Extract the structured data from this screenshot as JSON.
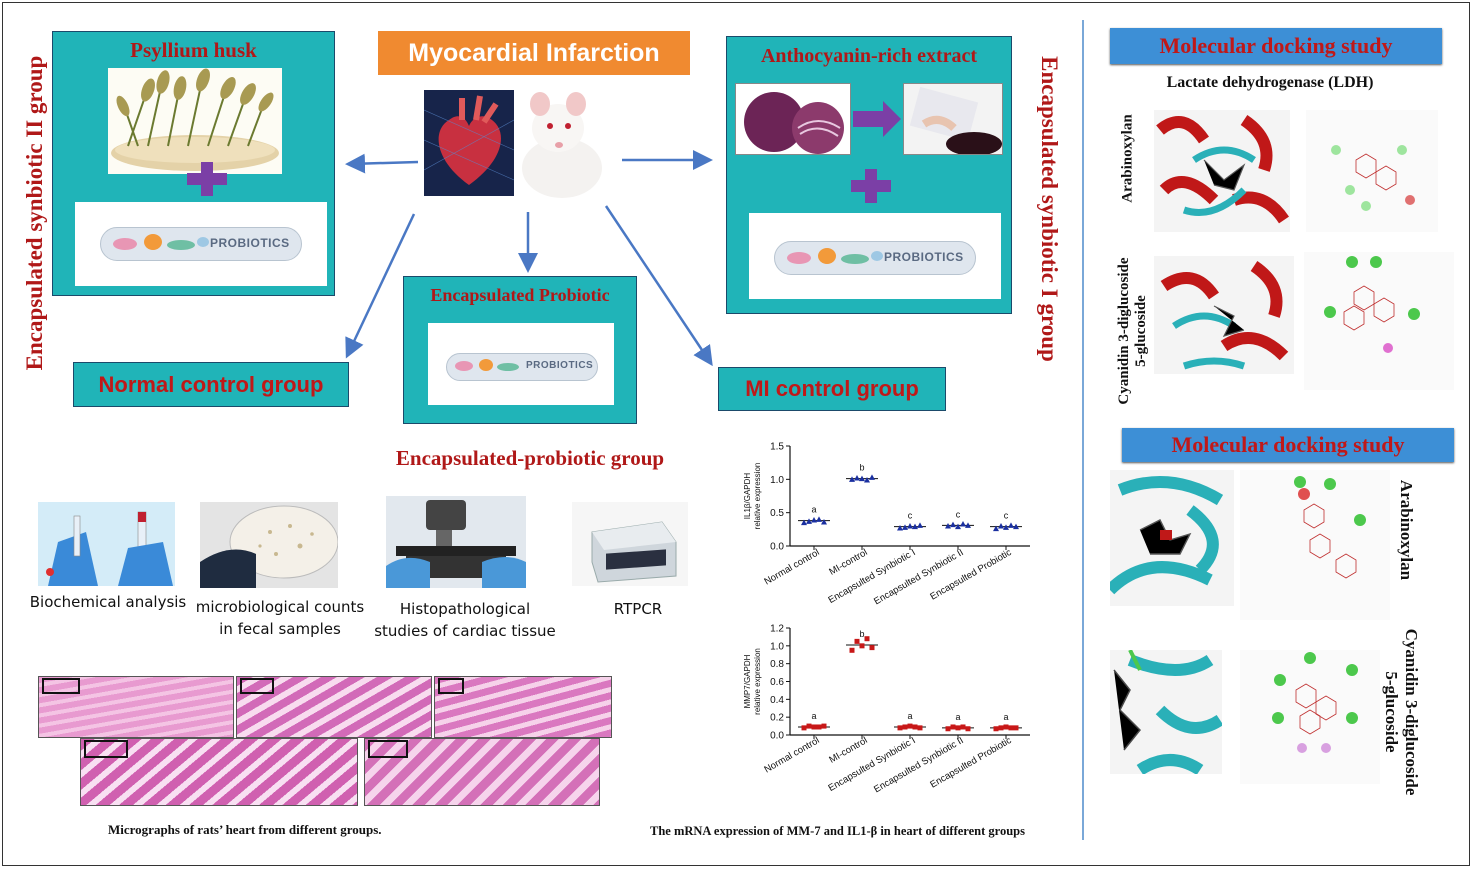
{
  "center": {
    "title": "Myocardial Infarction"
  },
  "left_group": {
    "title": "Psyllium husk",
    "side_label": "Encapsulated synbiotic II group",
    "probiotic_text": "PROBIOTICS"
  },
  "right_group": {
    "title": "Anthocyanin-rich extract",
    "side_label": "Encapsulated synbiotic I group",
    "probiotic_text": "PROBIOTICS"
  },
  "probiotic_group": {
    "title": "Encapsulated Probiotic",
    "probiotic_text": "PROBIOTICS",
    "caption": "Encapsulated-probiotic group"
  },
  "normal_group": {
    "label": "Normal control group"
  },
  "mi_group": {
    "label": "MI control group"
  },
  "analyses": [
    {
      "label": "Biochemical analysis",
      "icon": "biochemical-analysis-icon"
    },
    {
      "label": "microbiological counts in fecal samples",
      "line1": "microbiological counts",
      "line2": "in fecal samples",
      "icon": "petri-dish-icon"
    },
    {
      "label": "Histopathological studies of cardiac tissue",
      "line1": "Histopathological",
      "line2": "studies of cardiac tissue",
      "icon": "microscope-icon"
    },
    {
      "label": "RTPCR",
      "icon": "pcr-machine-icon"
    }
  ],
  "micrographs": {
    "caption": "Micrographs of rats’ heart from different groups."
  },
  "expression_caption": "The mRNA expression of MM-7 and IL1-β in heart of different groups",
  "chart_data": [
    {
      "type": "scatter",
      "ylabel": "IL1β/GAPDH relative expression",
      "ylabel_line1": "IL1β/GAPDH",
      "ylabel_line2": "relative expression",
      "ylim": [
        0,
        1.5
      ],
      "yticks": [
        "0.0",
        "0.5",
        "1.0",
        "1.5"
      ],
      "ytick_values": [
        0,
        0.5,
        1.0,
        1.5
      ],
      "categories": [
        "Normal control",
        "MI-control",
        "Encapsulted Synbiotic I",
        "Encapsulted Synbiotic II",
        "Encapsulted Probiotic"
      ],
      "means": [
        0.38,
        1.01,
        0.29,
        0.31,
        0.29
      ],
      "letters": [
        "a",
        "b",
        "c",
        "c",
        "c"
      ],
      "points": [
        [
          0.35,
          0.37,
          0.39,
          0.4,
          0.36
        ],
        [
          1.0,
          1.02,
          1.01,
          0.99,
          1.03
        ],
        [
          0.27,
          0.28,
          0.3,
          0.29,
          0.31
        ],
        [
          0.3,
          0.32,
          0.29,
          0.33,
          0.31
        ],
        [
          0.26,
          0.3,
          0.28,
          0.31,
          0.29
        ]
      ],
      "color": "#1a2fa0"
    },
    {
      "type": "scatter",
      "ylabel": "MMP7/GAPDH relative expression",
      "ylabel_line1": "MMP7/GAPDH",
      "ylabel_line2": "relative expression",
      "ylim": [
        0,
        1.2
      ],
      "yticks": [
        "0.0",
        "0.2",
        "0.4",
        "0.6",
        "0.8",
        "1.0",
        "1.2"
      ],
      "ytick_values": [
        0,
        0.2,
        0.4,
        0.6,
        0.8,
        1.0,
        1.2
      ],
      "categories": [
        "Normal control",
        "MI-control",
        "Encapsulted Synbiotic I",
        "Encapsulted Synbiotic II",
        "Encapsulted Probiotic"
      ],
      "means": [
        0.09,
        1.01,
        0.09,
        0.08,
        0.08
      ],
      "letters": [
        "a",
        "b",
        "a",
        "a",
        "a"
      ],
      "points": [
        [
          0.08,
          0.1,
          0.09,
          0.09,
          0.1
        ],
        [
          0.95,
          1.05,
          1.0,
          1.08,
          0.98
        ],
        [
          0.08,
          0.09,
          0.1,
          0.09,
          0.08
        ],
        [
          0.07,
          0.09,
          0.08,
          0.09,
          0.07
        ],
        [
          0.07,
          0.08,
          0.09,
          0.08,
          0.08
        ]
      ],
      "color": "#c81818"
    }
  ],
  "docking": {
    "title_1": "Molecular docking study",
    "subtitle_1": "Lactate dehydrogenase (LDH)",
    "mol_a": "Arabinoxylan",
    "mol_b_line1": "Cyanidin 3-diglucoside",
    "mol_b_line2": "5-glucoside",
    "title_2": "Molecular docking study"
  },
  "colors": {
    "teal": "#20b4b8",
    "orange": "#f08a30",
    "dark_red": "#b01818",
    "arrow_blue": "#4a78c4",
    "purple_plus": "#7b3fa6"
  }
}
